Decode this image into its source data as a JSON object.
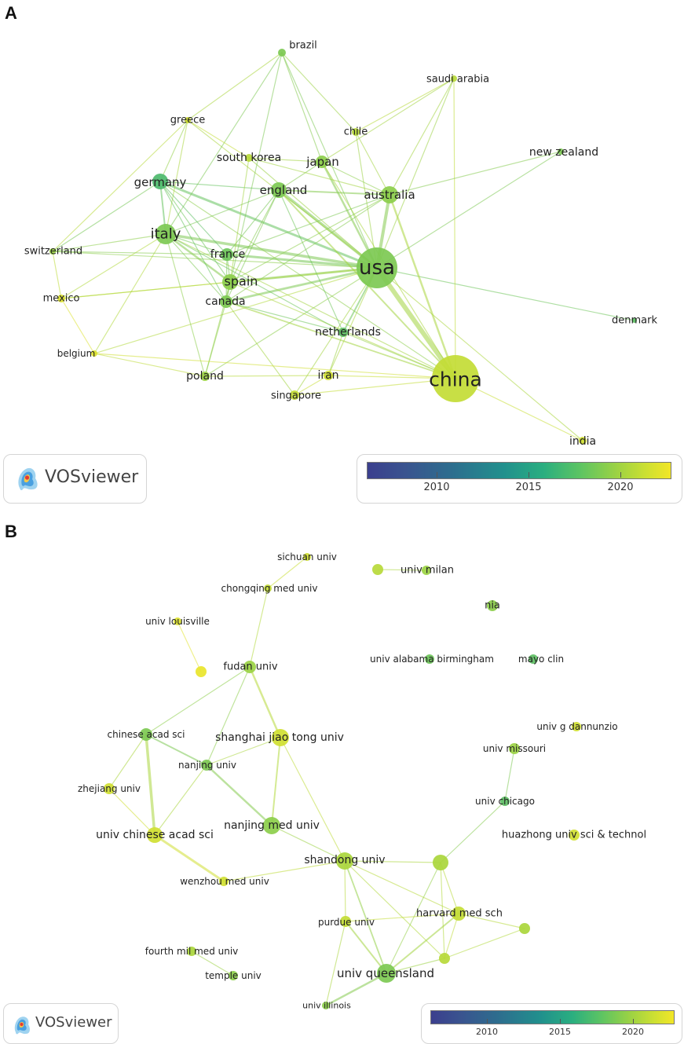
{
  "panel_a": {
    "letter": "A",
    "logo_text": "VOSviewer",
    "colorbar_ticks": [
      "2010",
      "2015",
      "2020"
    ],
    "nodes": [
      {
        "id": "brazil",
        "label": "brazil",
        "year": 2018.5
      },
      {
        "id": "saudi",
        "label": "saudi arabia",
        "year": 2020.5
      },
      {
        "id": "greece",
        "label": "greece",
        "year": 2021.5
      },
      {
        "id": "chile",
        "label": "chile",
        "year": 2020.5
      },
      {
        "id": "nz",
        "label": "new zealand",
        "year": 2018.5
      },
      {
        "id": "southkorea",
        "label": "south korea",
        "year": 2020.5
      },
      {
        "id": "japan",
        "label": "japan",
        "year": 2019.0
      },
      {
        "id": "germany",
        "label": "germany",
        "year": 2017.0
      },
      {
        "id": "england",
        "label": "england",
        "year": 2018.5
      },
      {
        "id": "australia",
        "label": "australia",
        "year": 2019.0
      },
      {
        "id": "italy",
        "label": "italy",
        "year": 2018.5
      },
      {
        "id": "switzerland",
        "label": "switzerland",
        "year": 2019.5
      },
      {
        "id": "france",
        "label": "france",
        "year": 2018.0
      },
      {
        "id": "usa",
        "label": "usa",
        "year": 2018.5
      },
      {
        "id": "spain",
        "label": "spain",
        "year": 2019.0
      },
      {
        "id": "mexico",
        "label": "mexico",
        "year": 2022.0
      },
      {
        "id": "canada",
        "label": "canada",
        "year": 2018.5
      },
      {
        "id": "denmark",
        "label": "denmark",
        "year": 2017.5
      },
      {
        "id": "netherlands",
        "label": "netherlands",
        "year": 2017.5
      },
      {
        "id": "belgium",
        "label": "belgium",
        "year": 2022.0
      },
      {
        "id": "poland",
        "label": "poland",
        "year": 2019.5
      },
      {
        "id": "iran",
        "label": "iran",
        "year": 2021.5
      },
      {
        "id": "singapore",
        "label": "singapore",
        "year": 2021.0
      },
      {
        "id": "china",
        "label": "china",
        "year": 2021.0
      },
      {
        "id": "india",
        "label": "india",
        "year": 2021.5
      }
    ],
    "links": [
      [
        "usa",
        "china"
      ],
      [
        "usa",
        "australia"
      ],
      [
        "usa",
        "england"
      ],
      [
        "usa",
        "italy"
      ],
      [
        "usa",
        "spain"
      ],
      [
        "usa",
        "france"
      ],
      [
        "usa",
        "germany"
      ],
      [
        "usa",
        "canada"
      ],
      [
        "usa",
        "japan"
      ],
      [
        "usa",
        "netherlands"
      ],
      [
        "usa",
        "brazil"
      ],
      [
        "usa",
        "chile"
      ],
      [
        "usa",
        "saudi"
      ],
      [
        "usa",
        "nz"
      ],
      [
        "usa",
        "denmark"
      ],
      [
        "usa",
        "iran"
      ],
      [
        "usa",
        "india"
      ],
      [
        "usa",
        "singapore"
      ],
      [
        "usa",
        "southkorea"
      ],
      [
        "usa",
        "poland"
      ],
      [
        "usa",
        "mexico"
      ],
      [
        "usa",
        "greece"
      ],
      [
        "usa",
        "switzerland"
      ],
      [
        "usa",
        "belgium"
      ],
      [
        "china",
        "australia"
      ],
      [
        "china",
        "england"
      ],
      [
        "china",
        "canada"
      ],
      [
        "china",
        "japan"
      ],
      [
        "china",
        "india"
      ],
      [
        "china",
        "iran"
      ],
      [
        "china",
        "singapore"
      ],
      [
        "china",
        "spain"
      ],
      [
        "china",
        "netherlands"
      ],
      [
        "china",
        "italy"
      ],
      [
        "china",
        "saudi"
      ],
      [
        "china",
        "germany"
      ],
      [
        "italy",
        "spain"
      ],
      [
        "italy",
        "germany"
      ],
      [
        "italy",
        "france"
      ],
      [
        "italy",
        "england"
      ],
      [
        "italy",
        "switzerland"
      ],
      [
        "italy",
        "mexico"
      ],
      [
        "italy",
        "belgium"
      ],
      [
        "italy",
        "greece"
      ],
      [
        "italy",
        "canada"
      ],
      [
        "italy",
        "netherlands"
      ],
      [
        "italy",
        "poland"
      ],
      [
        "italy",
        "brazil"
      ],
      [
        "germany",
        "england"
      ],
      [
        "germany",
        "france"
      ],
      [
        "germany",
        "spain"
      ],
      [
        "germany",
        "switzerland"
      ],
      [
        "germany",
        "greece"
      ],
      [
        "germany",
        "canada"
      ],
      [
        "england",
        "australia"
      ],
      [
        "england",
        "france"
      ],
      [
        "england",
        "spain"
      ],
      [
        "england",
        "canada"
      ],
      [
        "england",
        "japan"
      ],
      [
        "england",
        "netherlands"
      ],
      [
        "australia",
        "nz"
      ],
      [
        "australia",
        "japan"
      ],
      [
        "australia",
        "canada"
      ],
      [
        "australia",
        "spain"
      ],
      [
        "australia",
        "france"
      ],
      [
        "australia",
        "saudi"
      ],
      [
        "australia",
        "southkorea"
      ],
      [
        "australia",
        "chile"
      ],
      [
        "spain",
        "canada"
      ],
      [
        "spain",
        "france"
      ],
      [
        "spain",
        "mexico"
      ],
      [
        "spain",
        "poland"
      ],
      [
        "canada",
        "netherlands"
      ],
      [
        "canada",
        "singapore"
      ],
      [
        "canada",
        "poland"
      ],
      [
        "france",
        "switzerland"
      ],
      [
        "france",
        "canada"
      ],
      [
        "brazil",
        "japan"
      ],
      [
        "brazil",
        "greece"
      ],
      [
        "brazil",
        "chile"
      ],
      [
        "brazil",
        "canada"
      ],
      [
        "greece",
        "switzerland"
      ],
      [
        "greece",
        "southkorea"
      ],
      [
        "japan",
        "southkorea"
      ],
      [
        "chile",
        "saudi"
      ],
      [
        "mexico",
        "belgium"
      ],
      [
        "mexico",
        "switzerland"
      ],
      [
        "poland",
        "iran"
      ],
      [
        "poland",
        "belgium"
      ],
      [
        "netherlands",
        "iran"
      ],
      [
        "singapore",
        "iran"
      ],
      [
        "belgium",
        "china"
      ],
      [
        "japan",
        "saudi"
      ],
      [
        "southkorea",
        "spain"
      ]
    ]
  },
  "panel_b": {
    "letter": "B",
    "logo_text": "VOSviewer",
    "colorbar_ticks": [
      "2010",
      "2015",
      "2020"
    ],
    "nodes": [
      {
        "id": "sichuan",
        "label": "sichuan univ",
        "year": 2021.5
      },
      {
        "id": "milan_a",
        "label": "",
        "year": 2020.5
      },
      {
        "id": "milan",
        "label": "univ milan",
        "year": 2019.5
      },
      {
        "id": "chongqing",
        "label": "chongqing med univ",
        "year": 2021.0
      },
      {
        "id": "nia",
        "label": "nia",
        "year": 2019.0
      },
      {
        "id": "louisville",
        "label": "univ louisville",
        "year": 2022.0
      },
      {
        "id": "alabama",
        "label": "univ alabama birmingham",
        "year": 2018.0
      },
      {
        "id": "mayo",
        "label": "mayo clin",
        "year": 2017.5
      },
      {
        "id": "fudan",
        "label": "fudan univ",
        "year": 2019.5
      },
      {
        "id": "unl",
        "label": "",
        "year": 2022.5
      },
      {
        "id": "dannunzio",
        "label": "univ g dannunzio",
        "year": 2021.5
      },
      {
        "id": "cas",
        "label": "chinese acad sci",
        "year": 2018.5
      },
      {
        "id": "sjtu",
        "label": "shanghai jiao tong univ",
        "year": 2021.5
      },
      {
        "id": "missouri",
        "label": "univ missouri",
        "year": 2019.5
      },
      {
        "id": "nanjing",
        "label": "nanjing univ",
        "year": 2018.5
      },
      {
        "id": "zhejiang",
        "label": "zhejiang univ",
        "year": 2021.5
      },
      {
        "id": "chicago",
        "label": "univ chicago",
        "year": 2017.5
      },
      {
        "id": "nmu",
        "label": "nanjing med univ",
        "year": 2019.0
      },
      {
        "id": "ucas",
        "label": "univ chinese acad sci",
        "year": 2021.5
      },
      {
        "id": "huazhong",
        "label": "huazhong univ sci & technol",
        "year": 2021.5
      },
      {
        "id": "shandong",
        "label": "shandong univ",
        "year": 2020.0
      },
      {
        "id": "unl2",
        "label": "",
        "year": 2020.0
      },
      {
        "id": "wenzhou",
        "label": "wenzhou med univ",
        "year": 2021.5
      },
      {
        "id": "harvard",
        "label": "harvard med sch",
        "year": 2021.0
      },
      {
        "id": "purdue",
        "label": "purdue univ",
        "year": 2021.0
      },
      {
        "id": "unl3",
        "label": "",
        "year": 2020.0
      },
      {
        "id": "fmmu",
        "label": "fourth mil med univ",
        "year": 2020.0
      },
      {
        "id": "unl4",
        "label": "",
        "year": 2020.5
      },
      {
        "id": "uq",
        "label": "univ queensland",
        "year": 2018.5
      },
      {
        "id": "temple",
        "label": "temple univ",
        "year": 2019.0
      },
      {
        "id": "illinois",
        "label": "univ illinois",
        "year": 2019.0
      }
    ],
    "links": [
      [
        "sichuan",
        "chongqing"
      ],
      [
        "chongqing",
        "fudan"
      ],
      [
        "louisville",
        "unl"
      ],
      [
        "fudan",
        "sjtu"
      ],
      [
        "fudan",
        "nanjing"
      ],
      [
        "fudan",
        "cas"
      ],
      [
        "sjtu",
        "nmu"
      ],
      [
        "sjtu",
        "nanjing"
      ],
      [
        "sjtu",
        "shandong"
      ],
      [
        "cas",
        "ucas"
      ],
      [
        "cas",
        "nanjing"
      ],
      [
        "cas",
        "zhejiang"
      ],
      [
        "nanjing",
        "nmu"
      ],
      [
        "nanjing",
        "ucas"
      ],
      [
        "zhejiang",
        "ucas"
      ],
      [
        "ucas",
        "wenzhou"
      ],
      [
        "wenzhou",
        "shandong"
      ],
      [
        "shandong",
        "unl2"
      ],
      [
        "shandong",
        "harvard"
      ],
      [
        "shandong",
        "purdue"
      ],
      [
        "shandong",
        "uq"
      ],
      [
        "shandong",
        "unl4"
      ],
      [
        "unl2",
        "harvard"
      ],
      [
        "unl2",
        "chicago"
      ],
      [
        "unl2",
        "uq"
      ],
      [
        "unl2",
        "unl4"
      ],
      [
        "chicago",
        "missouri"
      ],
      [
        "harvard",
        "unl3"
      ],
      [
        "harvard",
        "purdue"
      ],
      [
        "harvard",
        "uq"
      ],
      [
        "harvard",
        "unl4"
      ],
      [
        "purdue",
        "uq"
      ],
      [
        "purdue",
        "illinois"
      ],
      [
        "uq",
        "unl4"
      ],
      [
        "uq",
        "illinois"
      ],
      [
        "unl4",
        "unl3"
      ],
      [
        "fmmu",
        "temple"
      ],
      [
        "milan_a",
        "milan"
      ],
      [
        "nmu",
        "shandong"
      ]
    ]
  }
}
